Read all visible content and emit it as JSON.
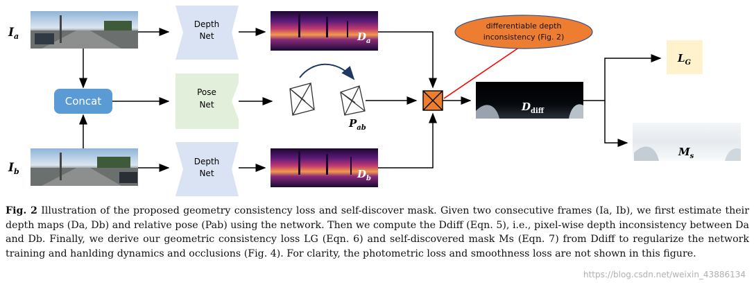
{
  "diagram": {
    "inputs": {
      "frame_a": "I",
      "frame_a_sub": "a",
      "frame_b": "I",
      "frame_b_sub": "b"
    },
    "concat_label": "Concat",
    "depth_net_a": {
      "line1": "Depth",
      "line2": "Net"
    },
    "pose_net": {
      "line1": "Pose",
      "line2": "Net"
    },
    "depth_net_b": {
      "line1": "Depth",
      "line2": "Net"
    },
    "depth_a": "D",
    "depth_a_sub": "a",
    "depth_b": "D",
    "depth_b_sub": "b",
    "pose": "P",
    "pose_sub": "ab",
    "diff": "D",
    "diff_sub": "diff",
    "loss": "L",
    "loss_sub": "G",
    "mask": "M",
    "mask_sub": "s",
    "callout": {
      "line1": "differentiable depth",
      "line2": "inconsistency (Fig. 2)"
    },
    "colors": {
      "concat": "#5b9bd5",
      "net_fill": "#dae3f3",
      "pose_fill": "#e2efda",
      "op_box": "#ed7d31",
      "callout": "#ed7d31",
      "loss_box": "#fff2cc",
      "red_line": "#ff0000",
      "arrow": "#1f3864"
    }
  },
  "caption": {
    "label": "Fig. 2",
    "text": "Illustration of the proposed geometry consistency loss and self-discover mask. Given two consecutive frames (Ia, Ib), we first estimate their depth maps (Da, Db) and relative pose (Pab) using the network. Then we compute the Ddiff (Eqn. 5), i.e., pixel-wise depth inconsistency between Da and Db. Finally, we derive our geometric consistency loss LG (Eqn. 6) and self-discovered mask Ms (Eqn. 7) from Ddiff to regularize the network training and hanlding dynamics and occlusions (Fig. 4). For clarity, the photometric loss and smoothness loss are not shown in this figure."
  },
  "watermark": "https://blog.csdn.net/weixin_43886134"
}
